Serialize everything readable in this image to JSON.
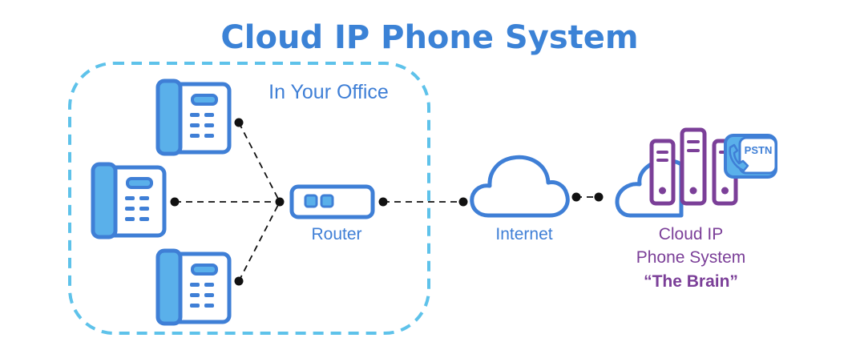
{
  "title": "Cloud IP Phone System",
  "office": {
    "label": "In Your Office"
  },
  "router": {
    "label": "Router"
  },
  "internet": {
    "label": "Internet"
  },
  "cloud_system": {
    "label_line1": "Cloud IP",
    "label_line2": "Phone System",
    "label_line3": "“The Brain”"
  },
  "pstn": {
    "label": "PSTN"
  },
  "colors": {
    "blue_outline": "#3f7fd6",
    "light_blue_fill": "#5ab0ea",
    "dashed_box": "#5ec2ea",
    "purple": "#7b3f98",
    "title_blue": "#3b82d6",
    "line": "#111111"
  }
}
